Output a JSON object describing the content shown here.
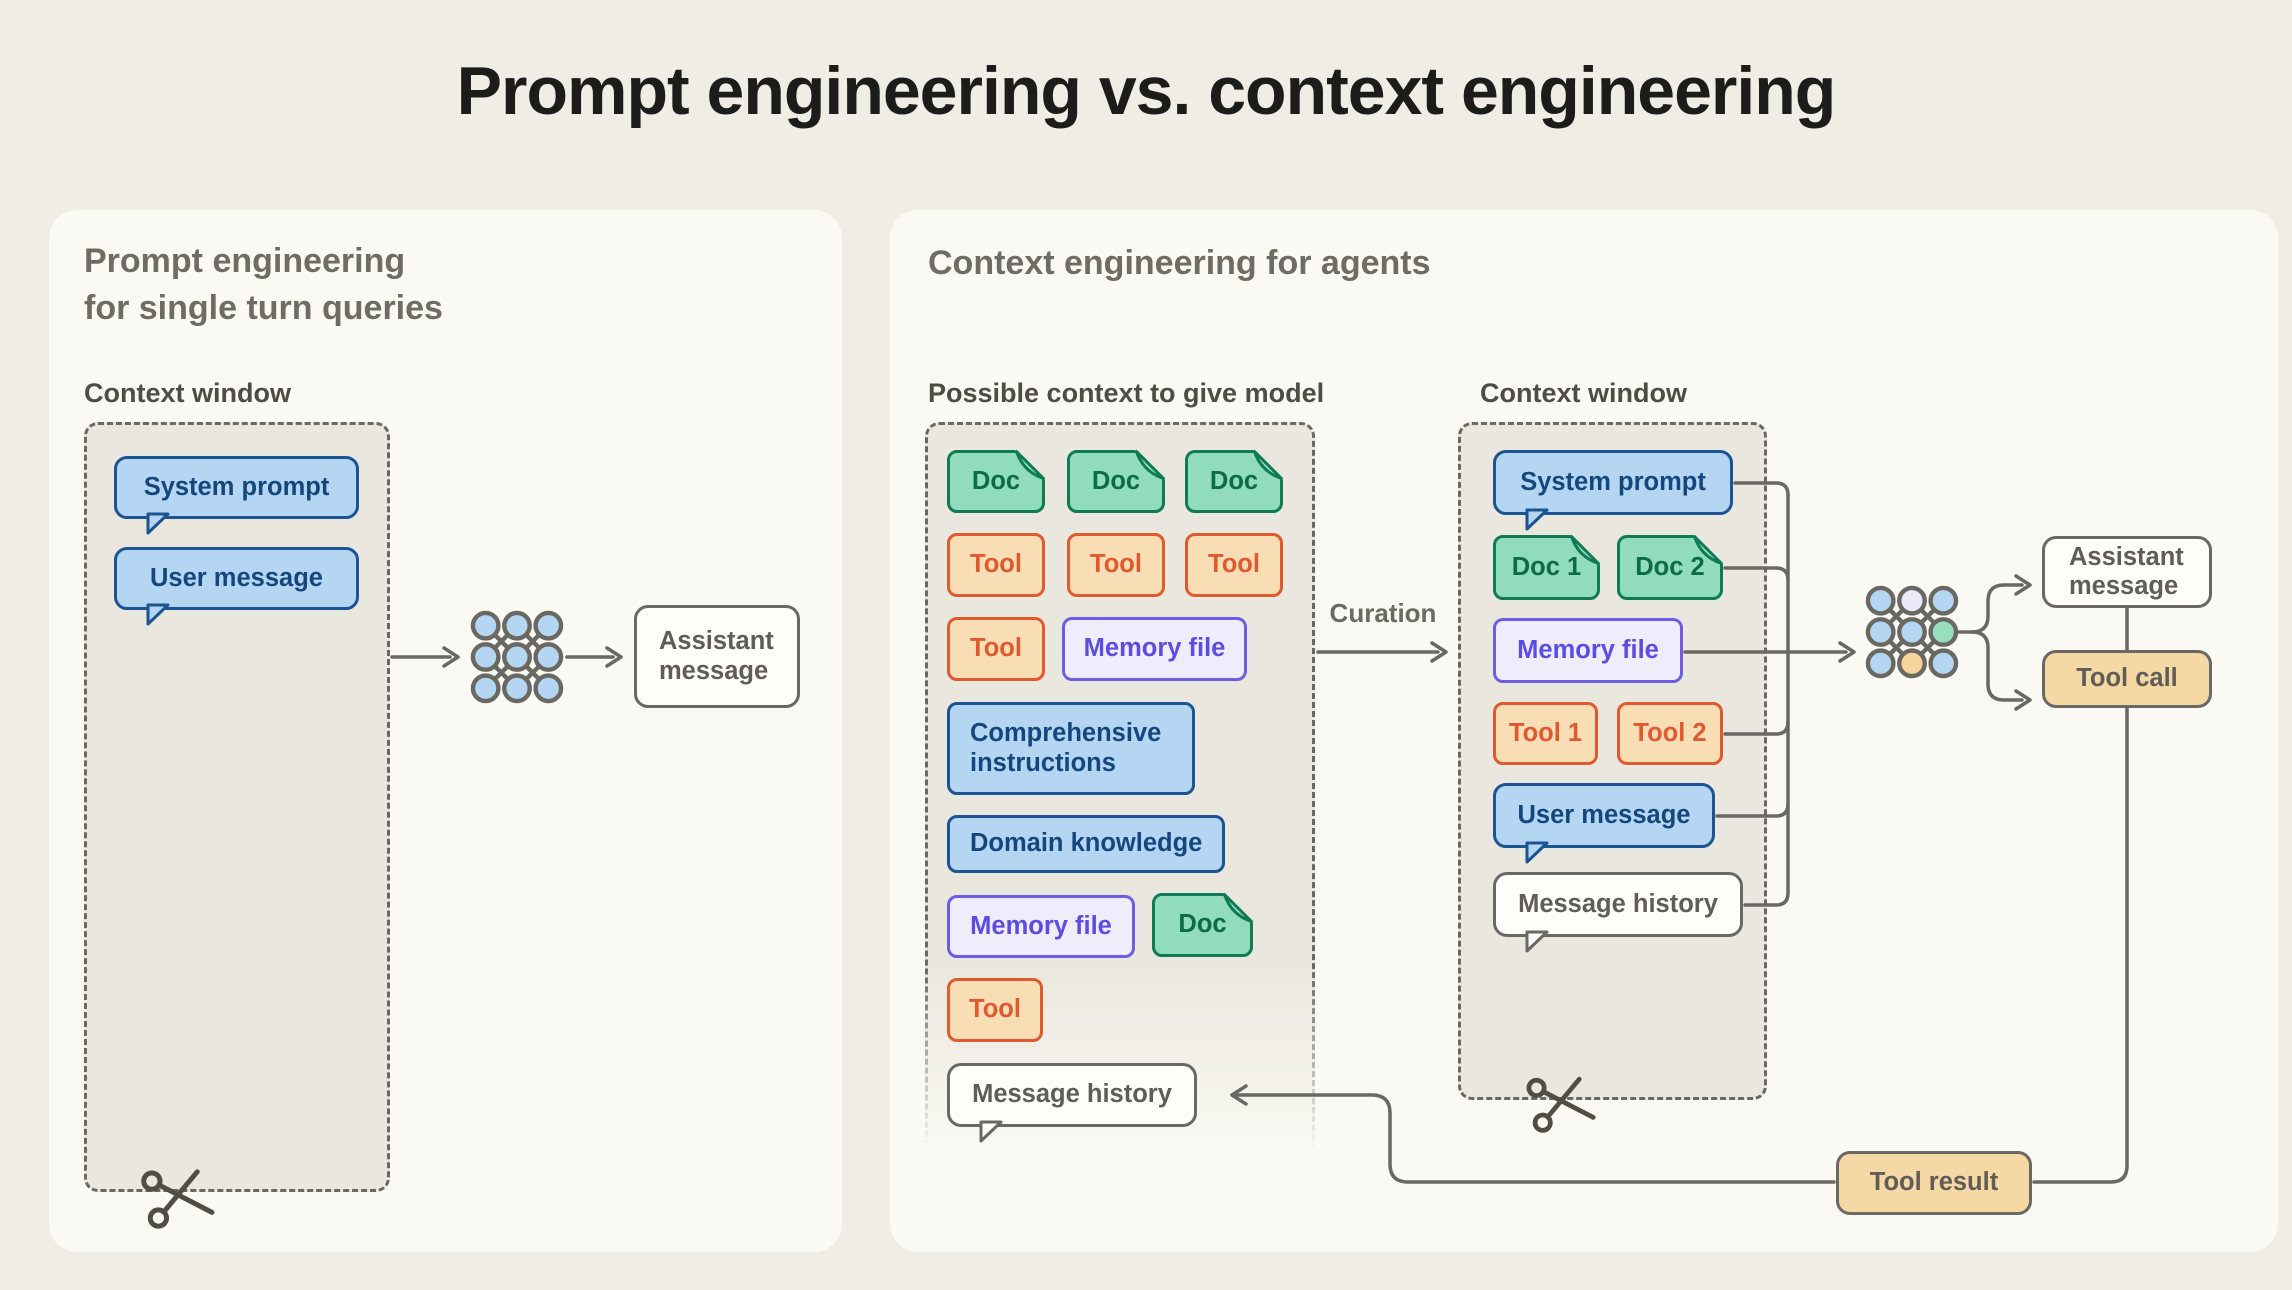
{
  "title": "Prompt engineering vs. context engineering",
  "colors": {
    "page_bg": "#f0ede4",
    "panel_bg": "#faf9f3",
    "dashed_box_fill": "#eae7de",
    "line_gray": "#6a6862",
    "text_gray": "#605d56",
    "label_gray": "#4e4c45",
    "blue_fill": "#b5d6f3",
    "blue_border": "#1b5393",
    "blue_text": "#15477d",
    "green_fill": "#92dcbe",
    "green_border": "#0f7b54",
    "orange_fill": "#f9ddb5",
    "orange_border": "#df5a2e",
    "purple_fill": "#efecfc",
    "purple_border": "#6f5ce4",
    "tan_fill": "#f6d8a5",
    "white_box_fill": "#fdfdfa",
    "nn_lavender": "#ece9fb",
    "nn_green": "#98dfc0",
    "nn_orange": "#f6d49c"
  },
  "left_panel": {
    "heading": "Prompt engineering\nfor single turn queries",
    "context_window_label": "Context window",
    "system_prompt": "System prompt",
    "user_message": "User message",
    "assistant_message": "Assistant message"
  },
  "right_panel": {
    "heading": "Context engineering for agents",
    "possible_context_label": "Possible context to give model",
    "context_window_label": "Context window",
    "curation_label": "Curation",
    "possible_context": {
      "doc1": "Doc",
      "doc2": "Doc",
      "doc3": "Doc",
      "tool1": "Tool",
      "tool2": "Tool",
      "tool3": "Tool",
      "tool4": "Tool",
      "memory_file1": "Memory file",
      "comprehensive_instructions": "Comprehensive instructions",
      "domain_knowledge": "Domain knowledge",
      "memory_file2": "Memory file",
      "doc4": "Doc",
      "tool5": "Tool",
      "message_history": "Message history"
    },
    "context_window": {
      "system_prompt": "System prompt",
      "doc1": "Doc 1",
      "doc2": "Doc 2",
      "memory_file": "Memory file",
      "tool1": "Tool 1",
      "tool2": "Tool 2",
      "user_message": "User message",
      "message_history": "Message history"
    },
    "outputs": {
      "assistant_message": "Assistant message",
      "tool_call": "Tool call",
      "tool_result": "Tool result"
    }
  }
}
